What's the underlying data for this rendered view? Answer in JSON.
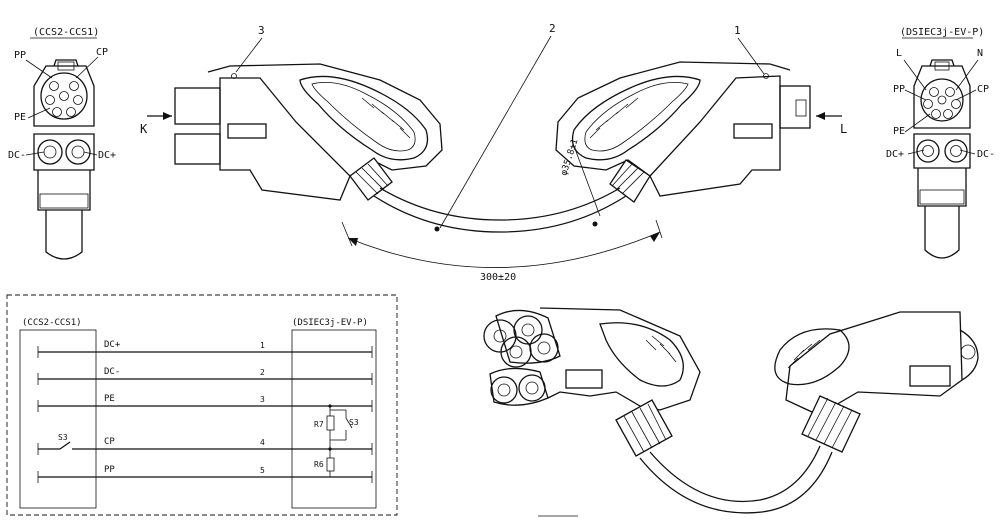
{
  "left_face": {
    "title": "(CCS2-CCS1)",
    "labels": {
      "pp": "PP",
      "cp": "CP",
      "pe": "PE",
      "dc_minus": "DC-",
      "dc_plus": "DC+"
    }
  },
  "right_face": {
    "title": "(DSIEC3j-EV-P)",
    "labels": {
      "l": "L",
      "n": "N",
      "pp": "PP",
      "cp": "CP",
      "pe": "PE",
      "dc_plus": "DC+",
      "dc_minus": "DC-"
    }
  },
  "callouts": {
    "one": "1",
    "two": "2",
    "three": "3"
  },
  "arrows": {
    "k": "K",
    "l": "L"
  },
  "dimensions": {
    "diameter": "φ35.8±1",
    "length": "300±20"
  },
  "schematic": {
    "left_title": "(CCS2-CCS1)",
    "right_title": "(DSIEC3j-EV-P)",
    "lines": [
      {
        "name": "DC+",
        "pin": "1"
      },
      {
        "name": "DC-",
        "pin": "2"
      },
      {
        "name": "PE",
        "pin": "3"
      },
      {
        "name": "CP",
        "pin": "4"
      },
      {
        "name": "PP",
        "pin": "5"
      }
    ],
    "switch_left": "S3",
    "switch_right": "S3",
    "r7": "R7",
    "r6": "R6"
  }
}
